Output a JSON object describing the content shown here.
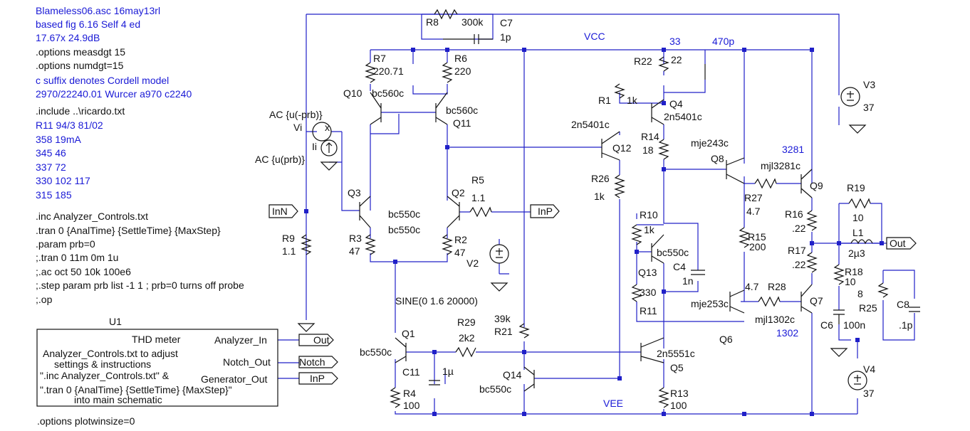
{
  "notes": {
    "blue_lines": [
      "Blameless06.asc  16may13rl",
      "based fig 6.16 Self 4 ed",
      "17.67x 24.9dB",
      "c suffix denotes Cordell model",
      "2970/22240.01 Wurcer a970 c2240",
      "R11 94/3 81/02",
      "358  19mA",
      "345  46",
      "337  72",
      "330  102  117",
      "315  185"
    ],
    "black_lines": [
      ".options measdgt 15",
      ".options numdgt=15",
      ".include ..\\ricardo.txt"
    ],
    "directives": [
      ".inc Analyzer_Controls.txt",
      ".tran 0 {AnalTime} {SettleTime} {MaxStep}",
      ".param prb=0",
      ";.tran 0 11m 0m 1u",
      ";.ac oct 50 10k 100e6",
      ";.step param prb list -1 1 ; prb=0 turns off probe",
      ";.op"
    ],
    "plotwinsize": ".options plotwinsize=0"
  },
  "u1": {
    "name": "U1",
    "title": "THD meter",
    "body": [
      "Analyzer_Controls.txt to adjust",
      "settings & instructions",
      "\".inc Analyzer_Controls.txt\" &",
      "\".tran 0 {AnalTime} {SettleTime} {MaxStep}\"",
      "into main schematic"
    ],
    "pins": [
      "Analyzer_In",
      "Notch_Out",
      "Generator_Out"
    ],
    "flags": [
      "Out",
      "Notch",
      "InP"
    ]
  },
  "nets": {
    "vcc": "VCC",
    "vee": "VEE",
    "inn": "InN",
    "inp": "InP",
    "out": "Out",
    "vcc_tag_33": "33",
    "vcc_tag_470p": "470p",
    "q9_tag": "3281",
    "q6_tag": "1302"
  },
  "probe": {
    "vi": "Vi",
    "ii": "Ii",
    "x": "x",
    "ac_top": "AC {u(-prb)}",
    "ac_bottom": "AC {u(prb)}"
  },
  "sine": "SINE(0 1.6 20000)",
  "components": [
    {
      "ref": "R8",
      "value": "300k"
    },
    {
      "ref": "C7",
      "value": "1p"
    },
    {
      "ref": "R7",
      "value": "220.71"
    },
    {
      "ref": "R6",
      "value": "220"
    },
    {
      "ref": "Q10",
      "value": "bc560c"
    },
    {
      "ref": "Q11",
      "value": "bc560c"
    },
    {
      "ref": "R22",
      "value": "22"
    },
    {
      "ref": "R1",
      "value": "1k"
    },
    {
      "ref": "Q4",
      "value": "2n5401c"
    },
    {
      "ref": "Q12",
      "value": "2n5401c"
    },
    {
      "ref": "R14",
      "value": "18"
    },
    {
      "ref": "R26",
      "value": "1k"
    },
    {
      "ref": "R5",
      "value": "1.1"
    },
    {
      "ref": "Q3",
      "value": "bc550c"
    },
    {
      "ref": "Q2",
      "value": "bc550c"
    },
    {
      "ref": "R3",
      "value": "47"
    },
    {
      "ref": "R2",
      "value": "47"
    },
    {
      "ref": "R9",
      "value": "1.1"
    },
    {
      "ref": "V2",
      "value": ""
    },
    {
      "ref": "R10",
      "value": "1k"
    },
    {
      "ref": "Q13",
      "value": "bc550c"
    },
    {
      "ref": "C4",
      "value": "1n"
    },
    {
      "ref": "R11",
      "value": "330"
    },
    {
      "ref": "Q8",
      "value": "mje243c"
    },
    {
      "ref": "Q9",
      "value": "mjl3281c"
    },
    {
      "ref": "R27",
      "value": "4.7"
    },
    {
      "ref": "R15",
      "value": "200"
    },
    {
      "ref": "R28",
      "value": "4.7"
    },
    {
      "ref": "Q6",
      "value": "mje253c"
    },
    {
      "ref": "Q7",
      "value": "mjl1302c"
    },
    {
      "ref": "R16",
      "value": ".22"
    },
    {
      "ref": "R17",
      "value": ".22"
    },
    {
      "ref": "R19",
      "value": "10"
    },
    {
      "ref": "L1",
      "value": "2µ3"
    },
    {
      "ref": "R18",
      "value": "10"
    },
    {
      "ref": "R25",
      "value": "8"
    },
    {
      "ref": "C8",
      "value": ".1p"
    },
    {
      "ref": "C6",
      "value": "100n"
    },
    {
      "ref": "V3",
      "value": "37"
    },
    {
      "ref": "V4",
      "value": "37"
    },
    {
      "ref": "Q1",
      "value": "bc550c"
    },
    {
      "ref": "C11",
      "value": "1µ"
    },
    {
      "ref": "R29",
      "value": "2k2"
    },
    {
      "ref": "R21",
      "value": "39k"
    },
    {
      "ref": "R4",
      "value": "100"
    },
    {
      "ref": "Q14",
      "value": "bc550c"
    },
    {
      "ref": "Q5",
      "value": "2n5551c"
    },
    {
      "ref": "R13",
      "value": "100"
    }
  ]
}
